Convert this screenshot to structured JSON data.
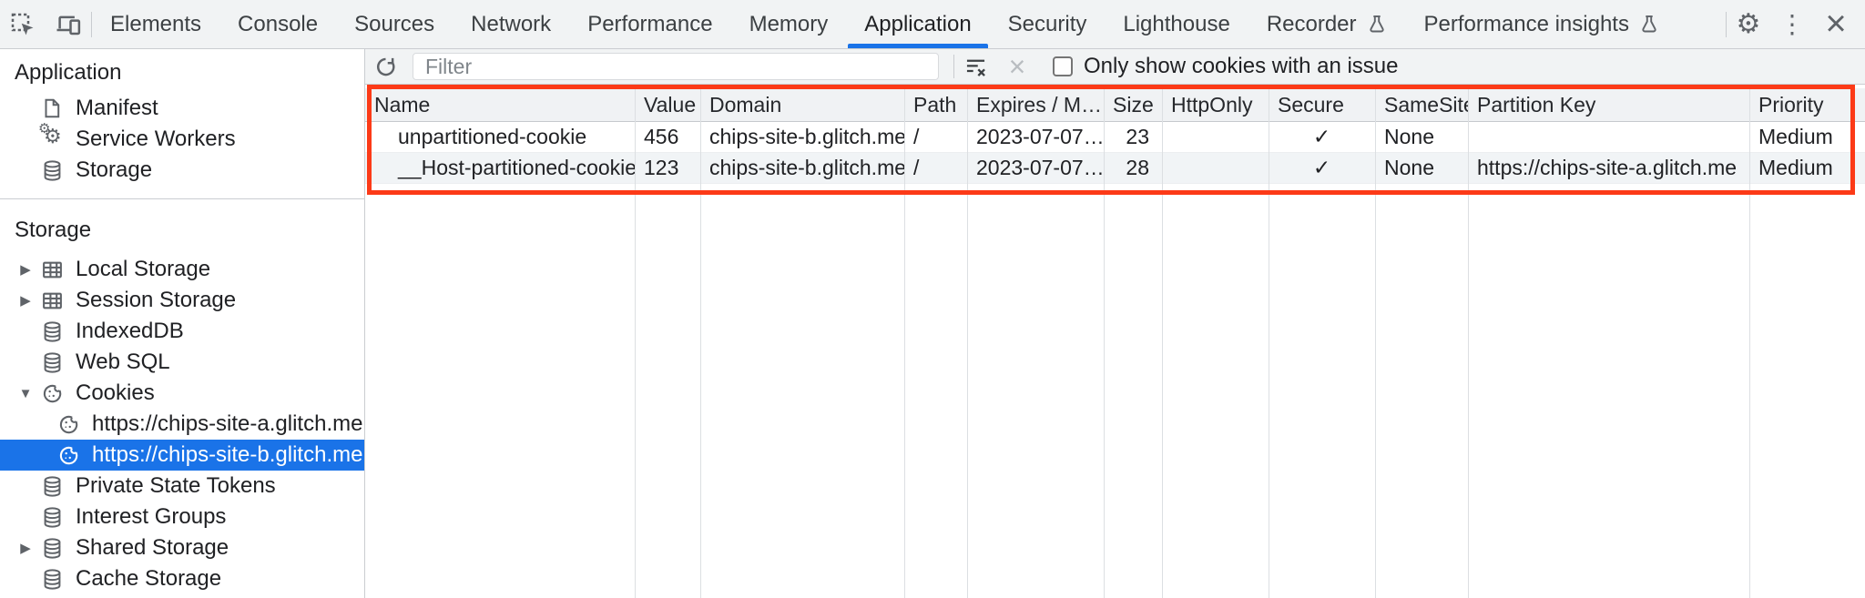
{
  "tabbar": {
    "tabs": [
      {
        "label": "Elements"
      },
      {
        "label": "Console"
      },
      {
        "label": "Sources"
      },
      {
        "label": "Network"
      },
      {
        "label": "Performance"
      },
      {
        "label": "Memory"
      },
      {
        "label": "Application",
        "selected": true
      },
      {
        "label": "Security"
      },
      {
        "label": "Lighthouse"
      },
      {
        "label": "Recorder",
        "flask": true
      },
      {
        "label": "Performance insights",
        "flask": true
      }
    ]
  },
  "sidebar": {
    "sections": [
      {
        "title": "Application",
        "items": [
          {
            "label": "Manifest",
            "icon": "document-icon"
          },
          {
            "label": "Service Workers",
            "icon": "gears-icon"
          },
          {
            "label": "Storage",
            "icon": "database-icon"
          }
        ]
      },
      {
        "title": "Storage",
        "items": [
          {
            "label": "Local Storage",
            "icon": "table-icon",
            "collapsed": true
          },
          {
            "label": "Session Storage",
            "icon": "table-icon",
            "collapsed": true
          },
          {
            "label": "IndexedDB",
            "icon": "database-icon"
          },
          {
            "label": "Web SQL",
            "icon": "database-icon"
          },
          {
            "label": "Cookies",
            "icon": "cookie-icon",
            "expanded": true
          },
          {
            "label": "https://chips-site-a.glitch.me",
            "icon": "cookie-icon",
            "child": true
          },
          {
            "label": "https://chips-site-b.glitch.me",
            "icon": "cookie-icon",
            "child": true,
            "selected": true
          },
          {
            "label": "Private State Tokens",
            "icon": "database-icon"
          },
          {
            "label": "Interest Groups",
            "icon": "database-icon"
          },
          {
            "label": "Shared Storage",
            "icon": "database-icon",
            "collapsed": true
          },
          {
            "label": "Cache Storage",
            "icon": "database-icon"
          }
        ]
      }
    ]
  },
  "filterbar": {
    "placeholder": "Filter",
    "checkbox_label": "Only show cookies with an issue",
    "checkbox_checked": false
  },
  "cookie_table": {
    "columns": [
      "Name",
      "Value",
      "Domain",
      "Path",
      "Expires / M…",
      "Size",
      "HttpOnly",
      "Secure",
      "SameSite",
      "Partition Key",
      "Priority"
    ],
    "rows": [
      {
        "name": "unpartitioned-cookie",
        "value": "456",
        "domain": "chips-site-b.glitch.me",
        "path": "/",
        "expires": "2023-07-07…",
        "size": "23",
        "http_only": "",
        "secure": "✓",
        "same_site": "None",
        "partition_key": "",
        "priority": "Medium"
      },
      {
        "name": "__Host-partitioned-cookie",
        "value": "123",
        "domain": "chips-site-b.glitch.me",
        "path": "/",
        "expires": "2023-07-07…",
        "size": "28",
        "http_only": "",
        "secure": "✓",
        "same_site": "None",
        "partition_key": "https://chips-site-a.glitch.me",
        "priority": "Medium"
      }
    ]
  },
  "glyphs": {
    "gear": "⚙",
    "menu_dots": "⋮",
    "close": "×",
    "clear_x": "×",
    "tri_right": "▶",
    "tri_down": "▼"
  },
  "colors": {
    "accent_blue": "#1a73e8",
    "selection_blue": "#1a73e8",
    "highlight_red": "#fc3a17",
    "toolbar_bg": "#f1f3f4",
    "stripe_row": "#f1f4f6"
  }
}
